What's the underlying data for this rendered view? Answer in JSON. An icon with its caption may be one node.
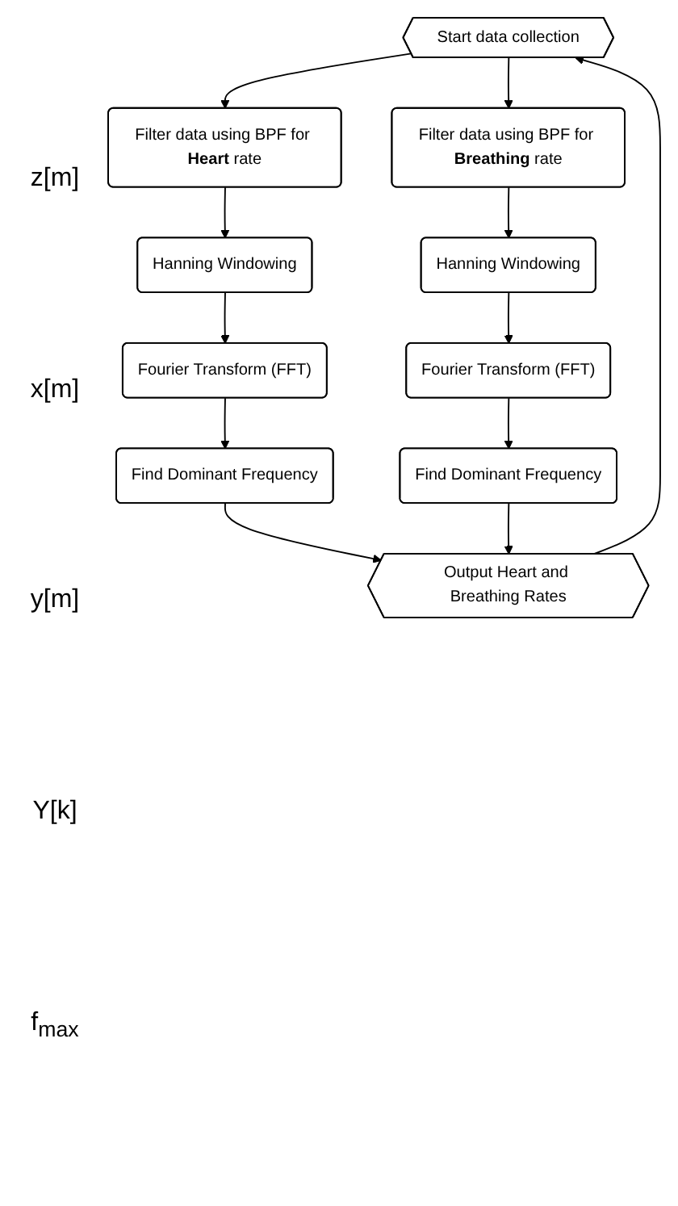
{
  "diagram": {
    "nodes": [
      {
        "text": [
          "Start data collection"
        ]
      },
      {
        "text": [
          "Filter data using BPF for **Heart** rate"
        ]
      },
      {
        "text": [
          "Filter data using BPF for **Breathing** rate"
        ]
      },
      {
        "text": [
          "Hanning Windowing"
        ]
      },
      {
        "text": [
          "Hanning Windowing"
        ]
      },
      {
        "text": [
          "Fourier Transform (FFT)"
        ]
      },
      {
        "text": [
          "Fourier Transform (FFT)"
        ]
      },
      {
        "text": [
          "Find Dominant Frequency"
        ]
      },
      {
        "text": [
          "Find Dominant Frequency"
        ]
      },
      {
        "text": [
          "Output Heart and Breathing Rates"
        ]
      }
    ],
    "edges": [
      {
        "from": 0,
        "to": 1,
        "arrow": "to"
      },
      {
        "from": 0,
        "to": 2,
        "arrow": "to"
      },
      {
        "from": 1,
        "to": 3,
        "arrow": "to"
      },
      {
        "from": 2,
        "to": 4,
        "arrow": "to"
      },
      {
        "from": 3,
        "to": 5,
        "arrow": "to"
      },
      {
        "from": 4,
        "to": 6,
        "arrow": "to"
      },
      {
        "from": 5,
        "to": 7,
        "arrow": "to"
      },
      {
        "from": 6,
        "to": 8,
        "arrow": "to"
      },
      {
        "from": 7,
        "to": 9,
        "arrow": "to"
      },
      {
        "from": 8,
        "to": 9,
        "arrow": "to"
      },
      {
        "from": 9,
        "to": 0,
        "arrow": "to"
      }
    ],
    "labels": [
      "z[m]",
      "x[m]",
      "y[m]",
      "Y[k]",
      "f$_{max}$"
    ]
  }
}
